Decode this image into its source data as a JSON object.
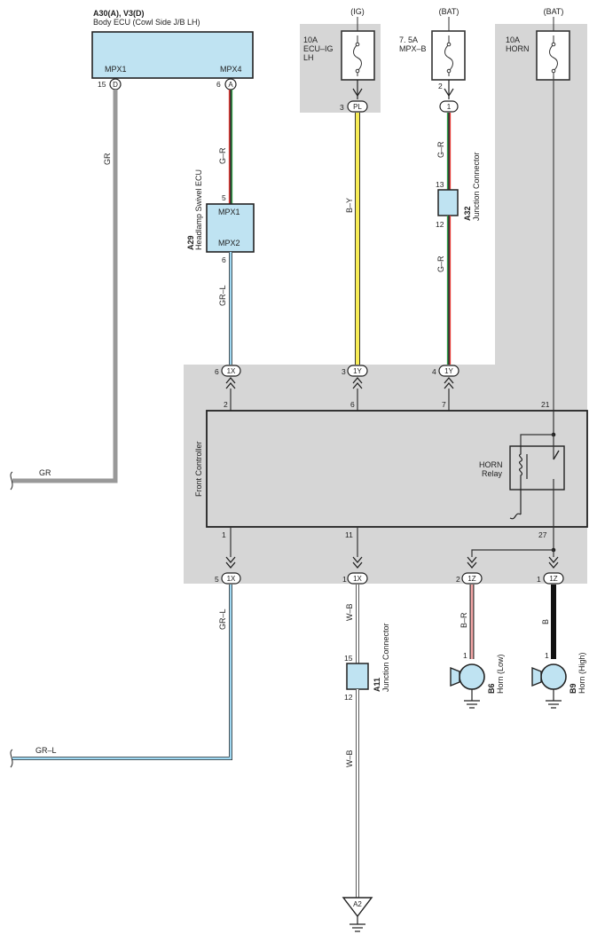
{
  "supplies": {
    "ig": "(IG)",
    "bat1": "(BAT)",
    "bat2": "(BAT)"
  },
  "fuses": {
    "ecu_ig": [
      "10A",
      "ECU–IG",
      "LH"
    ],
    "mpx_b": [
      "7. 5A",
      "MPX–B"
    ],
    "horn": [
      "10A",
      "HORN"
    ]
  },
  "body_ecu": {
    "code": "A30(A), V3(D)",
    "name": "Body ECU (Cowl Side J/B LH)",
    "pin_left_label": "MPX1",
    "pin_right_label": "MPX4",
    "pin_left_num": "15",
    "pin_left_conn": "D",
    "pin_right_num": "6",
    "pin_right_conn": "A"
  },
  "headlamp_ecu": {
    "code": "A29",
    "name": "Headlamp Swivel ECU",
    "pin_top_label": "MPX1",
    "pin_bottom_label": "MPX2",
    "pin_top_num": "5",
    "pin_bottom_num": "6"
  },
  "junction_a32": {
    "code": "A32",
    "name": "Junction Connector",
    "pin_top": "13",
    "pin_bottom": "12"
  },
  "junction_a11": {
    "code": "A11",
    "name": "Junction Connector",
    "pin_top": "15",
    "pin_bottom": "12"
  },
  "wires": {
    "gr": "GR",
    "g_r_top": "G–R",
    "gr_l": "GR–L",
    "b_y": "B–Y",
    "g_r_a32_top": "G–R",
    "g_r_a32_bottom": "G–R",
    "gr_left": "GR",
    "gr_l_bottom": "GR–L",
    "gr_l_left": "GR–L",
    "w_b_top": "W–B",
    "w_b_bottom": "W–B",
    "b_r": "B–R",
    "b": "B"
  },
  "connectors": {
    "pl": {
      "pin": "3",
      "name": "PL"
    },
    "one": {
      "pin": "2",
      "name": "1"
    },
    "x1_top": {
      "pin": "6",
      "name": "1X"
    },
    "y1_mid": {
      "pin": "3",
      "name": "1Y"
    },
    "y1_right": {
      "pin": "4",
      "name": "1Y"
    },
    "x1_bottom_left": {
      "pin": "5",
      "name": "1X"
    },
    "x1_bottom_mid": {
      "pin": "1",
      "name": "1X"
    },
    "z1_left": {
      "pin": "2",
      "name": "1Z"
    },
    "z1_right": {
      "pin": "1",
      "name": "1Z"
    }
  },
  "front_controller": {
    "name": "Front Controller",
    "pins_top": [
      "2",
      "6",
      "7",
      "21"
    ],
    "pins_bottom": [
      "1",
      "11",
      "27"
    ],
    "relay_line1": "HORN",
    "relay_line2": "Relay"
  },
  "horns": {
    "low": {
      "code": "B6",
      "name": "Horn (Low)",
      "pin": "1"
    },
    "high": {
      "code": "B9",
      "name": "Horn (High)",
      "pin": "1"
    }
  },
  "ground": {
    "a2": "A2"
  }
}
